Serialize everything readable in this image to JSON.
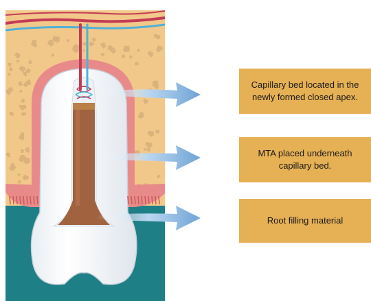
{
  "labels": [
    {
      "line1": "Capillary bed located in the",
      "line2": "newly formed closed apex."
    },
    {
      "line1": "MTA placed underneath",
      "line2": "capillary bed."
    },
    {
      "line1": "Root filling material",
      "line2": ""
    }
  ],
  "colors": {
    "bone": "#f2c88a",
    "bone_spots": "#d9b27c",
    "gum": "#e98a8a",
    "gum_dark": "#c85a5a",
    "base": "#1f7f86",
    "enamel": "#ffffff",
    "pulp_border": "#dfe6ee",
    "root_filling": "#a0623f",
    "mta": "#b98048",
    "vessel_red": "#c33b55",
    "vessel_blue": "#4fb0d8",
    "label_box": "#e6b055",
    "arrow_blue": "#7aaedc"
  },
  "icons": [
    "pointer-arrow"
  ]
}
